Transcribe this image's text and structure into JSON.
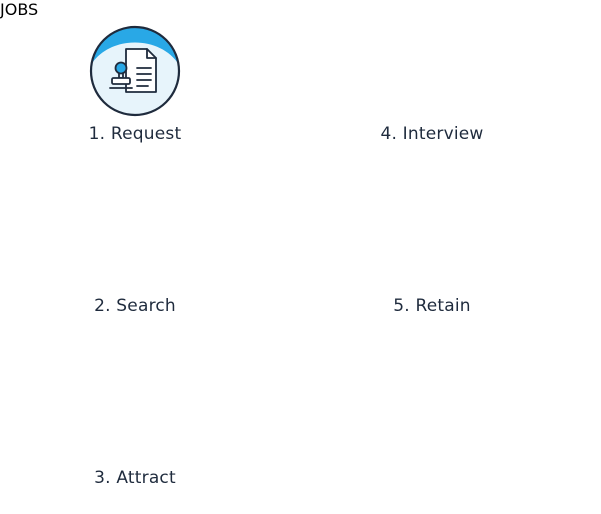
{
  "colors": {
    "stroke": "#1f2b3d",
    "accent": "#29a8e6",
    "fill": "#e7f4fb",
    "background": "#ffffff"
  },
  "icons": {
    "request": "stamped-document-icon",
    "search": "jobs-magnifier-icon",
    "attract": "lightning-bolt-icon",
    "interview": "stamped-document-icon",
    "retain": "two-people-icon"
  },
  "steps": [
    {
      "label": "1. Request"
    },
    {
      "label": "2. Search"
    },
    {
      "label": "3. Attract"
    },
    {
      "label": "4. Interview"
    },
    {
      "label": "5. Retain"
    }
  ],
  "search_icon_text": "JOBS"
}
